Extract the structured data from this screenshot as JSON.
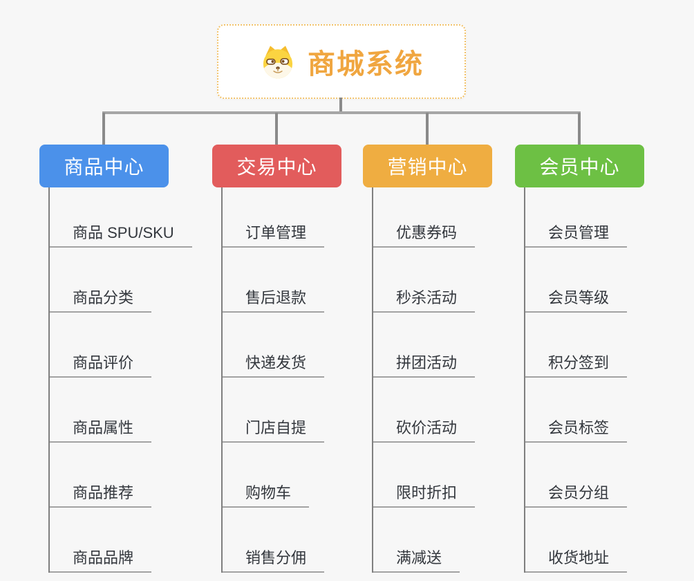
{
  "page": {
    "background": "#f7f7f7"
  },
  "root": {
    "title": "商城系统",
    "title_color": "#f0a640",
    "border_color": "#f2c36b",
    "icon": "shiba-dog-icon"
  },
  "connector_color": "#8a8a8a",
  "branches": [
    {
      "label": "商品中心",
      "color": "#4b91ea",
      "items": [
        "商品 SPU/SKU",
        "商品分类",
        "商品评价",
        "商品属性",
        "商品推荐",
        "商品品牌"
      ]
    },
    {
      "label": "交易中心",
      "color": "#e25c5c",
      "items": [
        "订单管理",
        "售后退款",
        "快递发货",
        "门店自提",
        "购物车",
        "销售分佣"
      ]
    },
    {
      "label": "营销中心",
      "color": "#efad41",
      "items": [
        "优惠券码",
        "秒杀活动",
        "拼团活动",
        "砍价活动",
        "限时折扣",
        "满减送"
      ]
    },
    {
      "label": "会员中心",
      "color": "#6dc044",
      "items": [
        "会员管理",
        "会员等级",
        "积分签到",
        "会员标签",
        "会员分组",
        "收货地址"
      ]
    }
  ]
}
